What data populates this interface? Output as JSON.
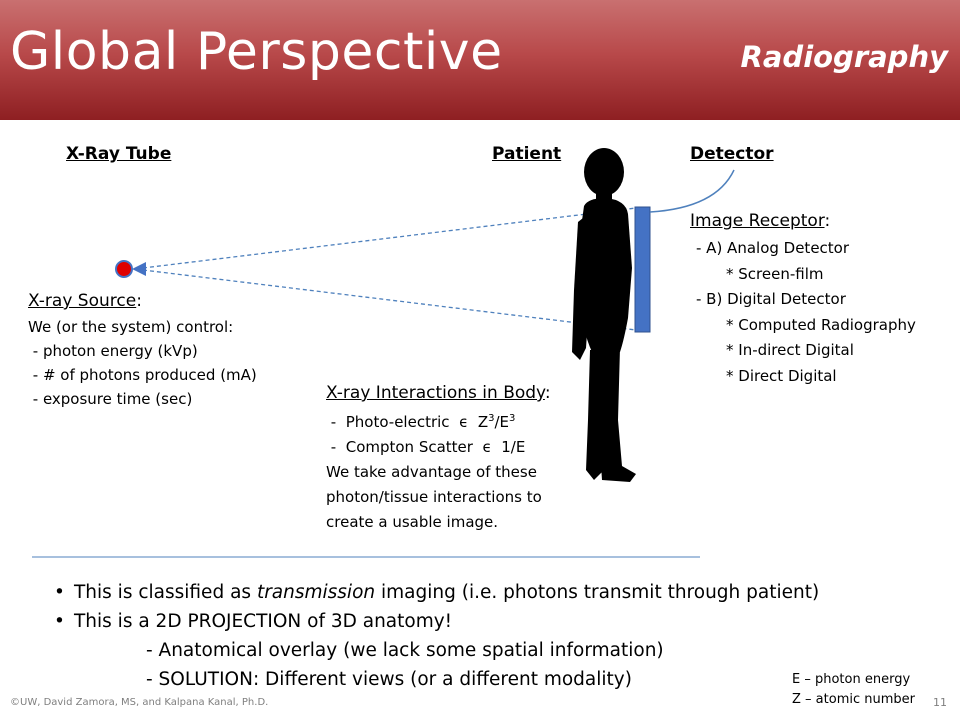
{
  "header": {
    "title": "Global Perspective",
    "subtitle": "Radiography"
  },
  "labels": {
    "tube": "X-Ray Tube",
    "patient": "Patient",
    "detector": "Detector"
  },
  "source": {
    "heading": "X-ray Source",
    "colon": ":",
    "lines": [
      "We (or the system) control:",
      " - photon energy (kVp)",
      " - # of photons produced (mA)",
      " - exposure time (sec)"
    ]
  },
  "interactions": {
    "heading": "X-ray Interactions in Body",
    "colon": ":",
    "pe_prefix": " -  Photo-electric  ϵ  Z",
    "pe_exp1": "3",
    "pe_mid": "/E",
    "pe_exp2": "3",
    "cs": " -  Compton Scatter  ϵ  1/E",
    "lines": [
      "We take advantage of these",
      "photon/tissue interactions to",
      "create a usable image."
    ]
  },
  "receptor": {
    "heading": "Image Receptor",
    "colon": ":",
    "lines": [
      "- A) Analog Detector",
      "* Screen-film",
      "- B) Digital Detector",
      "* Computed Radiography",
      "* In-direct Digital",
      "* Direct Digital"
    ]
  },
  "bullets": {
    "b1_pre": "This is classified as ",
    "b1_em": "transmission",
    "b1_post": " imaging (i.e. photons transmit through patient)",
    "b2": "This is a 2D PROJECTION of 3D anatomy!",
    "sub1": "-  Anatomical overlay (we lack some spatial information)",
    "sub2": "-  SOLUTION:  Different views (or a different modality)"
  },
  "legend": [
    "E – photon energy",
    "Z – atomic number"
  ],
  "footer": {
    "copyright": "©UW, David Zamora, MS, and Kalpana Kanal, Ph.D.",
    "page": "11"
  },
  "colors": {
    "header_top": "#c97070",
    "header_bottom": "#8e1f22",
    "detector": "#4472c4",
    "source": "#e00000",
    "ray": "#4f81bd"
  },
  "icons": {
    "source": "x-ray-source-icon",
    "patient": "human-silhouette-icon"
  }
}
